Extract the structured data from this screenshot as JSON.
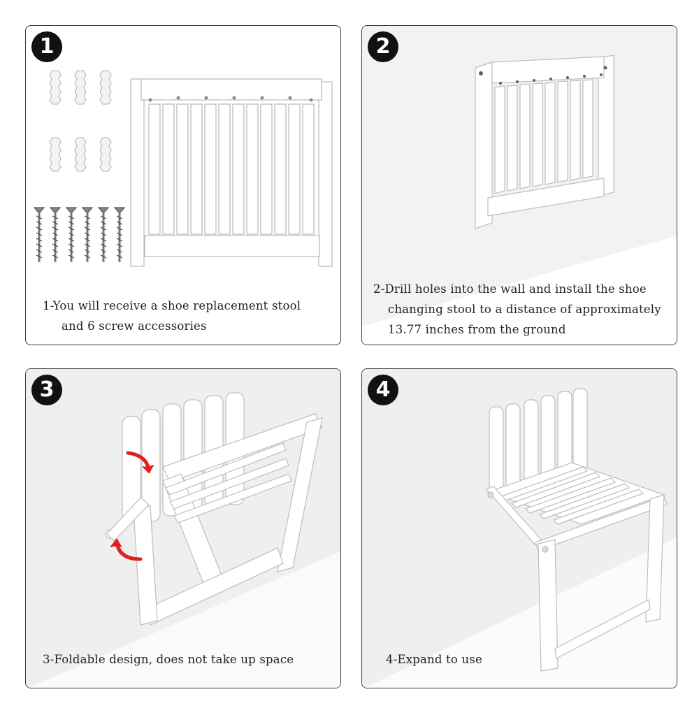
{
  "steps": [
    {
      "number": "1",
      "caption_lines": [
        "1-You will receive a shoe replacement stool",
        "and 6 screw accessories"
      ]
    },
    {
      "number": "2",
      "caption_lines": [
        "2-Drill holes into the wall and install the shoe",
        "changing stool to a distance of approximately",
        "13.77 inches from the ground"
      ]
    },
    {
      "number": "3",
      "caption_lines": [
        "3-Foldable design, does not take up space"
      ]
    },
    {
      "number": "4",
      "caption_lines": [
        "4-Expand to use"
      ]
    }
  ],
  "colors": {
    "badge": "#111111",
    "frame": "#ffffff",
    "outline": "#b8b8b8",
    "arrow": "#e0201b",
    "border": "#3a3a3a"
  }
}
